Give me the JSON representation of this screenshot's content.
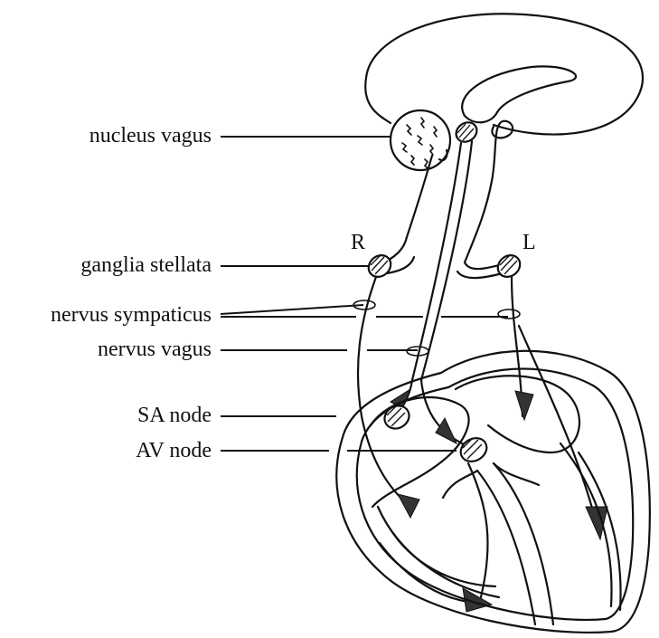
{
  "labels": {
    "nucleus_vagus": "nucleus vagus",
    "ganglia_stellata": "ganglia stellata",
    "nervus_sympaticus": "nervus sympaticus",
    "nervus_vagus": "nervus vagus",
    "sa_node": "SA node",
    "av_node": "AV node",
    "right": "R",
    "left": "L"
  }
}
